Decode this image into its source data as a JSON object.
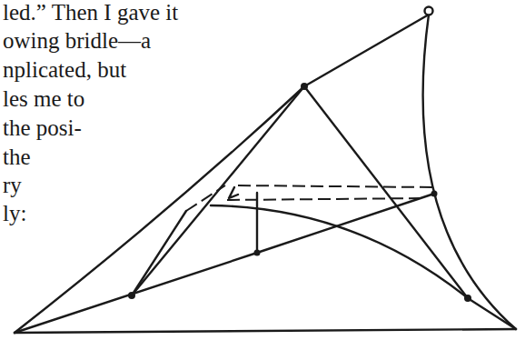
{
  "diagram": {
    "labels": [
      "led.” Then I gave it",
      "owing bridle—a",
      "nplicated, but",
      "les me to",
      "the posi-",
      "the",
      "ry",
      "ly:"
    ]
  }
}
